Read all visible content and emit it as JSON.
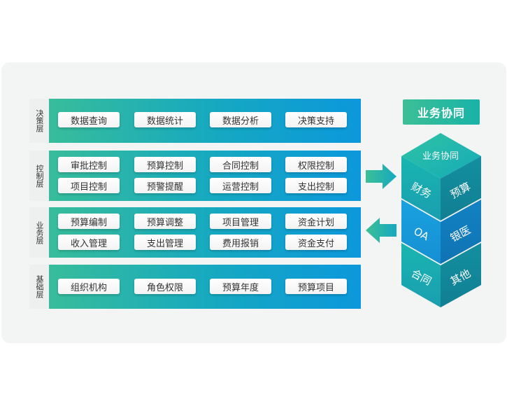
{
  "layers": [
    {
      "label": "决策层",
      "rows": [
        [
          "数据查询",
          "数据统计",
          "数据分析",
          "决策支持"
        ]
      ]
    },
    {
      "label": "控制层",
      "rows": [
        [
          "审批控制",
          "预算控制",
          "合同控制",
          "权限控制"
        ],
        [
          "项目控制",
          "预警提醒",
          "运营控制",
          "支出控制"
        ]
      ]
    },
    {
      "label": "业务层",
      "rows": [
        [
          "预算编制",
          "预算调整",
          "项目管理",
          "资金计划"
        ],
        [
          "收入管理",
          "支出管理",
          "费用报销",
          "资金支付"
        ]
      ]
    },
    {
      "label": "基础层",
      "rows": [
        [
          "组织机构",
          "角色权限",
          "预算年度",
          "预算项目"
        ]
      ]
    }
  ],
  "collab": {
    "title": "业务协同",
    "top_face": "业务协同",
    "tier1_left": "财务",
    "tier1_right": "预算",
    "tier2_left": "OA",
    "tier2_right": "银医",
    "tier3_left": "合同",
    "tier3_right": "其他"
  },
  "colors": {
    "accent_green": "#3cbf96",
    "accent_blue": "#0c98dc",
    "cube_teal": "#1aa9a6"
  },
  "icons": {
    "arrow_right": "arrow-right-icon",
    "arrow_left": "arrow-left-icon"
  }
}
